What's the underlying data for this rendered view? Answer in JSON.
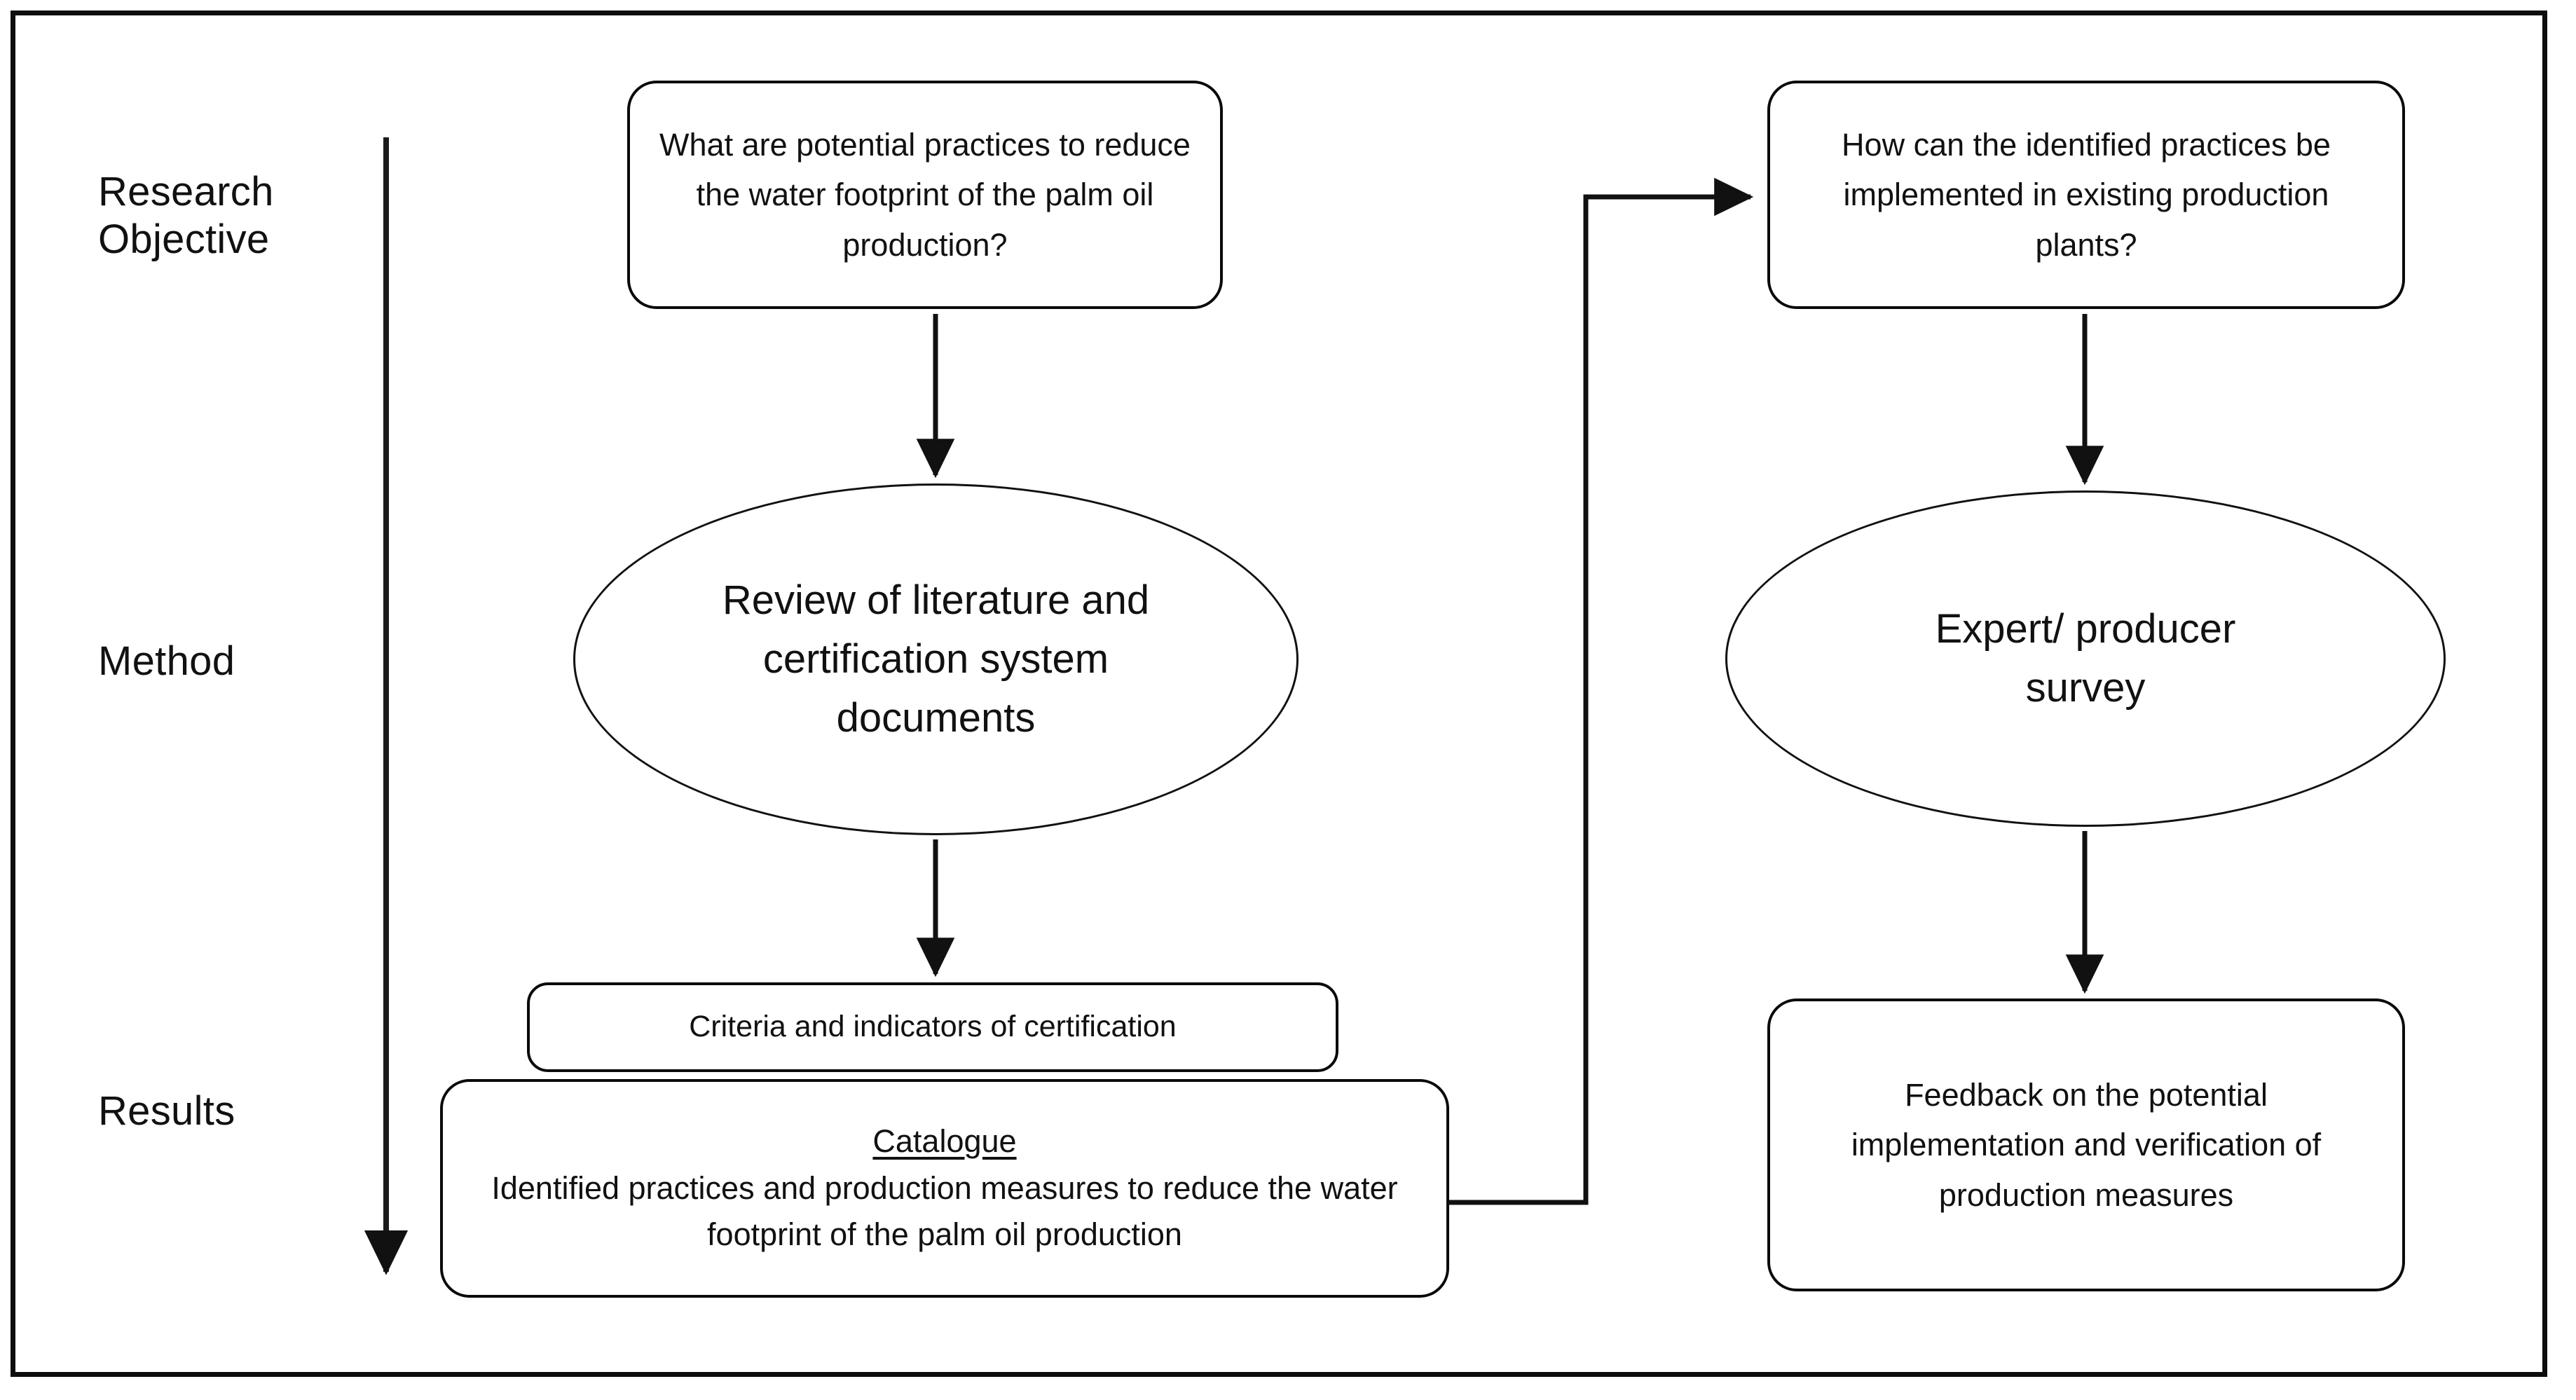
{
  "figure": {
    "type": "flowchart",
    "orientation": "two-column research design",
    "border_color": "#0d0d0d",
    "line_color": "#111111",
    "background": "#ffffff"
  },
  "stage_labels": [
    {
      "id": "research-objective",
      "text": "Research\nObjective"
    },
    {
      "id": "method",
      "text": "Method"
    },
    {
      "id": "results",
      "text": "Results"
    }
  ],
  "timeline_arrow": {
    "name": "stage-progression-arrow",
    "direction": "down",
    "from_stage": "Research Objective",
    "to_stage": "Results"
  },
  "nodes": {
    "rq1": {
      "shape": "rounded-rectangle",
      "text": "What are potential practices to reduce the water footprint of the palm oil production?"
    },
    "rq2": {
      "shape": "rounded-rectangle",
      "text": "How can the identified practices be implemented in existing production plants?"
    },
    "method1": {
      "shape": "ellipse",
      "text": "Review of literature and certification system documents"
    },
    "method2": {
      "shape": "ellipse",
      "text": "Expert/ producer survey"
    },
    "result1": {
      "shape": "rounded-rectangle",
      "text": "Criteria and indicators of certification"
    },
    "result2": {
      "shape": "rounded-rectangle",
      "title": "Catalogue",
      "text": "Identified practices and production measures to reduce the water footprint of the palm oil production"
    },
    "result3": {
      "shape": "rounded-rectangle",
      "text": "Feedback on the potential implementation and verification of production measures"
    }
  },
  "edges": [
    {
      "from": "rq1",
      "to": "method1",
      "style": "straight-down-arrow"
    },
    {
      "from": "method1",
      "to": "result1",
      "style": "straight-down-arrow"
    },
    {
      "from": "rq2",
      "to": "method2",
      "style": "straight-down-arrow"
    },
    {
      "from": "method2",
      "to": "result3",
      "style": "straight-down-arrow"
    },
    {
      "from": "result2",
      "to": "rq2",
      "style": "orthogonal-elbow-arrow"
    }
  ]
}
